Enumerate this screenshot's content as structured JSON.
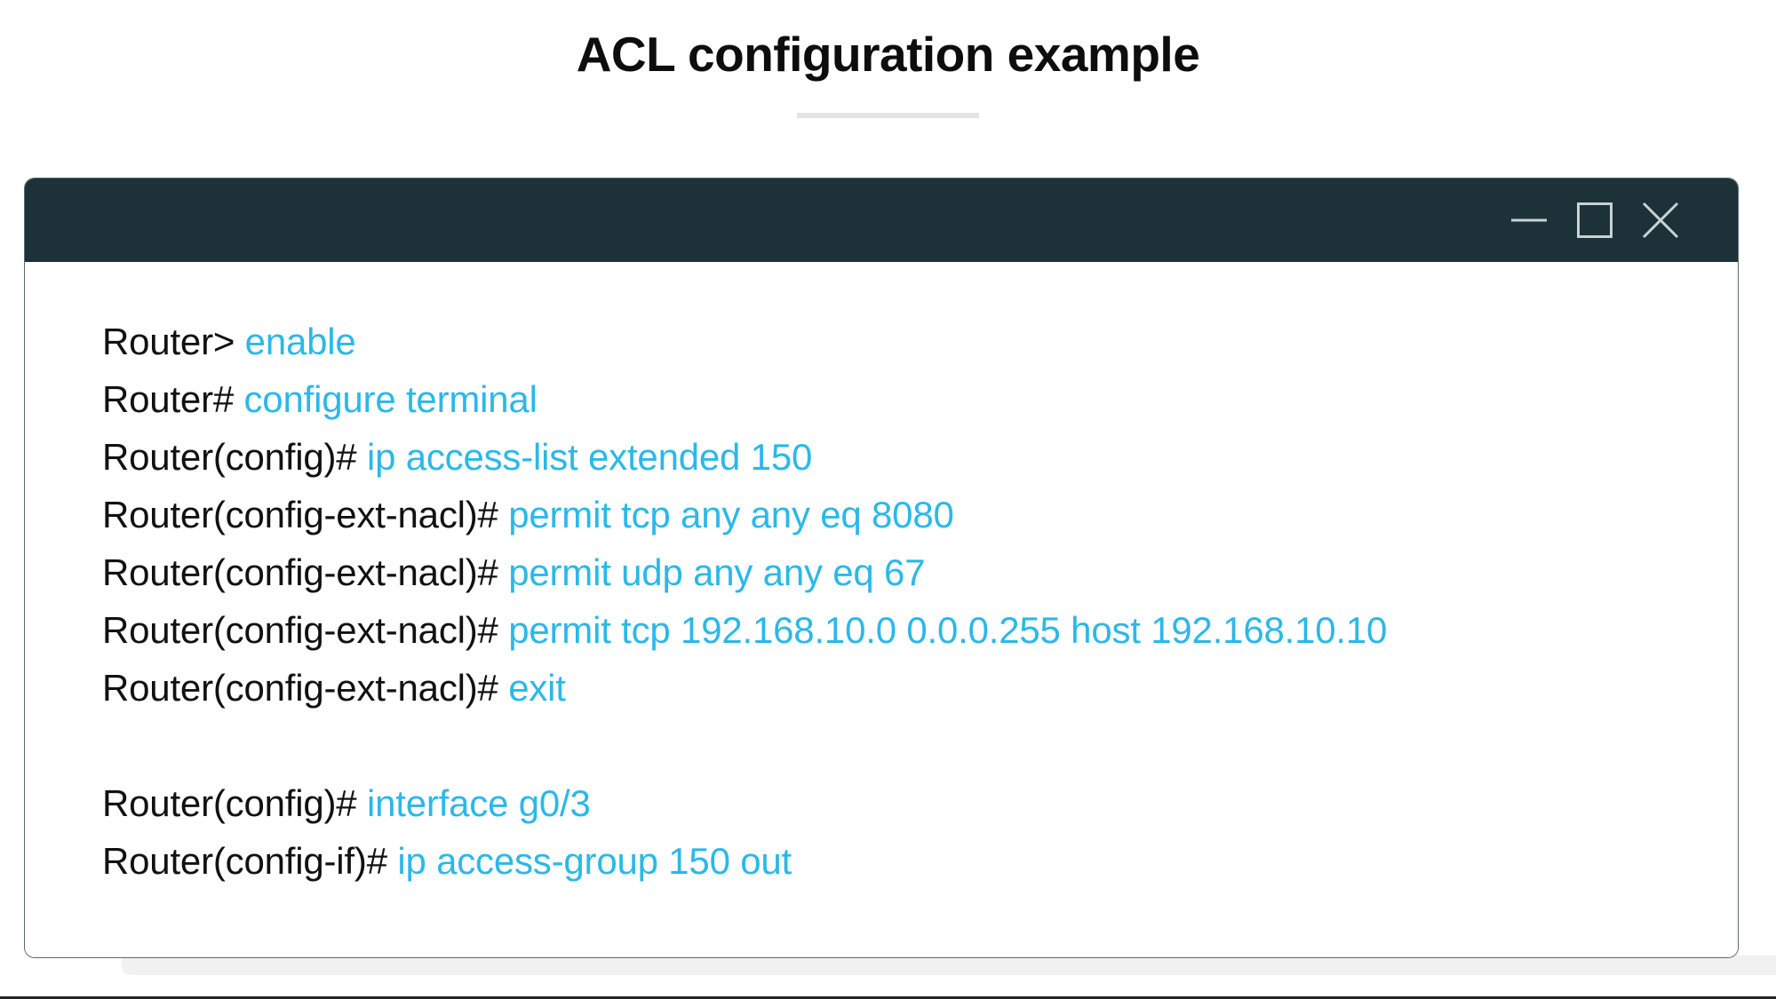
{
  "page": {
    "title": "ACL configuration example",
    "background_color": "#ffffff",
    "title_color": "#0d0d0d",
    "divider_color": "#e2e3e4"
  },
  "terminal": {
    "titlebar_color": "#1c3138",
    "body_background": "#ffffff",
    "border_color": "#5a6a6e",
    "prompt_color": "#111111",
    "command_color": "#2bb8e8",
    "window_controls": [
      {
        "name": "minimize-button",
        "icon": "minimize-icon",
        "label": "—"
      },
      {
        "name": "maximize-button",
        "icon": "maximize-icon",
        "label": "□"
      },
      {
        "name": "close-button",
        "icon": "close-icon",
        "label": "✕"
      }
    ],
    "lines": [
      {
        "prompt": "Router> ",
        "command": "enable"
      },
      {
        "prompt": "Router# ",
        "command": "configure terminal"
      },
      {
        "prompt": "Router(config)# ",
        "command": "ip access-list extended 150"
      },
      {
        "prompt": "Router(config-ext-nacl)# ",
        "command": "permit tcp any any eq 8080"
      },
      {
        "prompt": "Router(config-ext-nacl)# ",
        "command": "permit udp any any eq 67"
      },
      {
        "prompt": "Router(config-ext-nacl)# ",
        "command": "permit tcp 192.168.10.0 0.0.0.255 host 192.168.10.10"
      },
      {
        "prompt": "Router(config-ext-nacl)# ",
        "command": "exit"
      },
      {
        "prompt": "",
        "command": "",
        "blank": true
      },
      {
        "prompt": "Router(config)# ",
        "command": "interface g0/3"
      },
      {
        "prompt": "Router(config-if)# ",
        "command": "ip access-group 150 out"
      }
    ]
  }
}
